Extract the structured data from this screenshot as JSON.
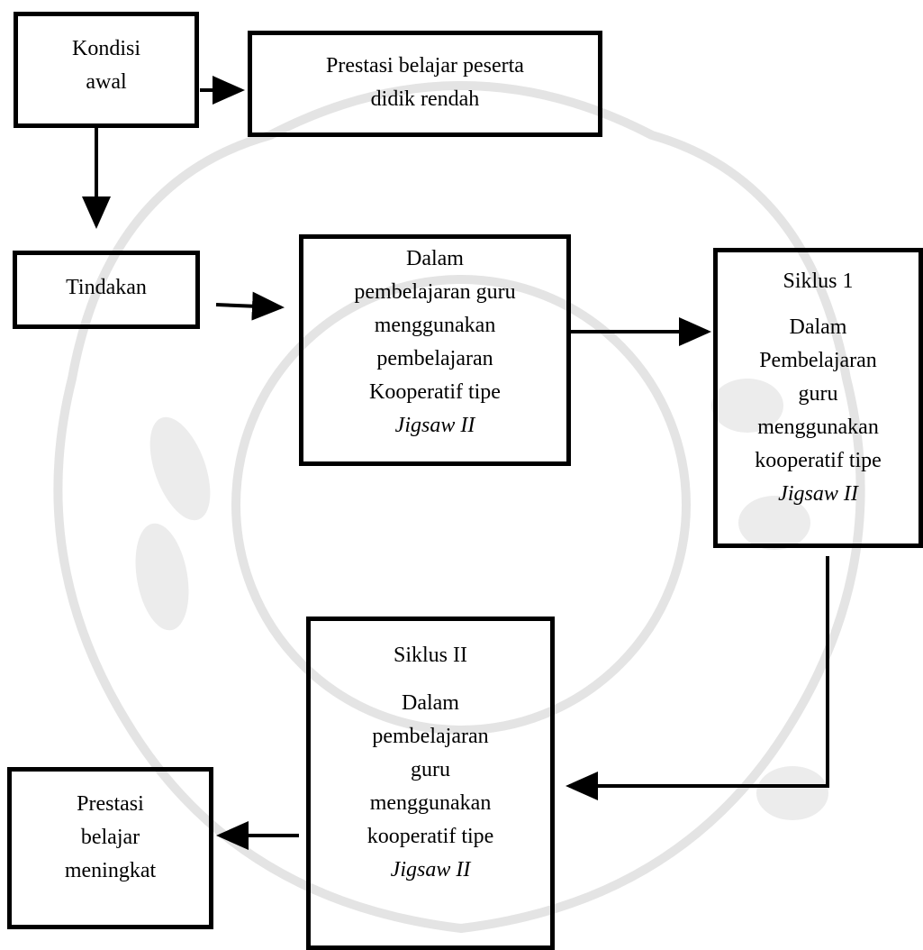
{
  "nodes": {
    "kondisi_awal": {
      "lines": [
        "Kondisi",
        "awal"
      ]
    },
    "prestasi_rendah": {
      "lines": [
        "Prestasi belajar peserta",
        "didik rendah"
      ]
    },
    "tindakan": {
      "lines": [
        "Tindakan"
      ]
    },
    "dalam_pembelajaran": {
      "lines": [
        "Dalam",
        "pembelajaran guru",
        "menggunakan",
        "pembelajaran",
        "Kooperatif tipe"
      ],
      "italic": "Jigsaw II"
    },
    "siklus1": {
      "title": "Siklus 1",
      "lines": [
        "Dalam",
        "Pembelajaran",
        "guru",
        "menggunakan",
        "kooperatif tipe"
      ],
      "italic": "Jigsaw II"
    },
    "siklus2": {
      "title": "Siklus II",
      "lines": [
        "Dalam",
        "pembelajaran",
        "guru",
        "menggunakan",
        "kooperatif tipe"
      ],
      "italic": "Jigsaw II"
    },
    "prestasi_meningkat": {
      "lines": [
        "Prestasi",
        "belajar",
        "meningkat"
      ]
    }
  },
  "colors": {
    "stroke": "#000000",
    "watermark": "#e6e6e6"
  }
}
